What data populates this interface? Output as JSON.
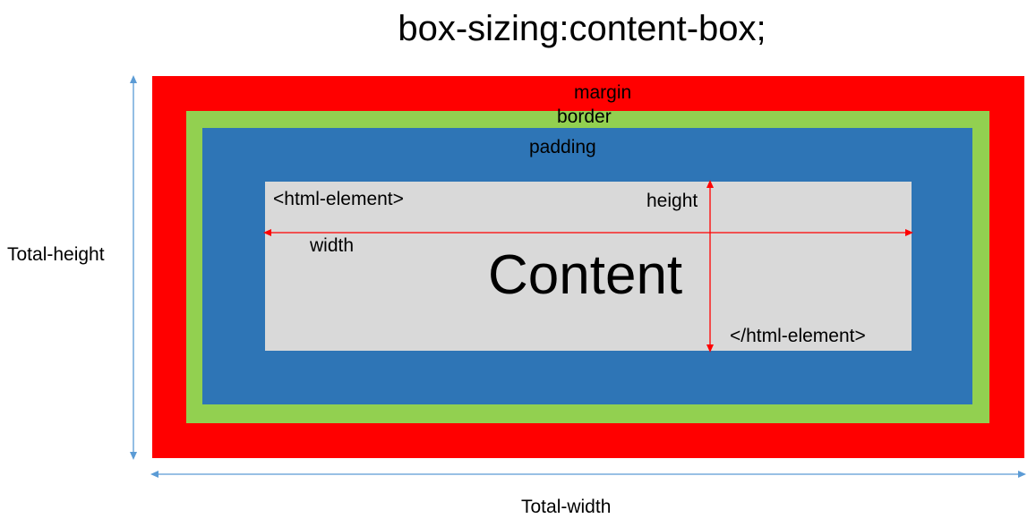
{
  "title": "box-sizing:content-box;",
  "layers": {
    "margin": "margin",
    "border": "border",
    "padding": "padding",
    "content": "Content"
  },
  "element": {
    "open_tag": "<html-element>",
    "close_tag": "</html-element>"
  },
  "dimensions": {
    "width": "width",
    "height": "height",
    "total_width": "Total-width",
    "total_height": "Total-height"
  },
  "colors": {
    "margin": "#ff0000",
    "border": "#92d050",
    "padding": "#2e75b6",
    "content": "#d9d9d9",
    "inner_arrows": "#ff0000",
    "outer_arrows": "#5b9bd5"
  }
}
